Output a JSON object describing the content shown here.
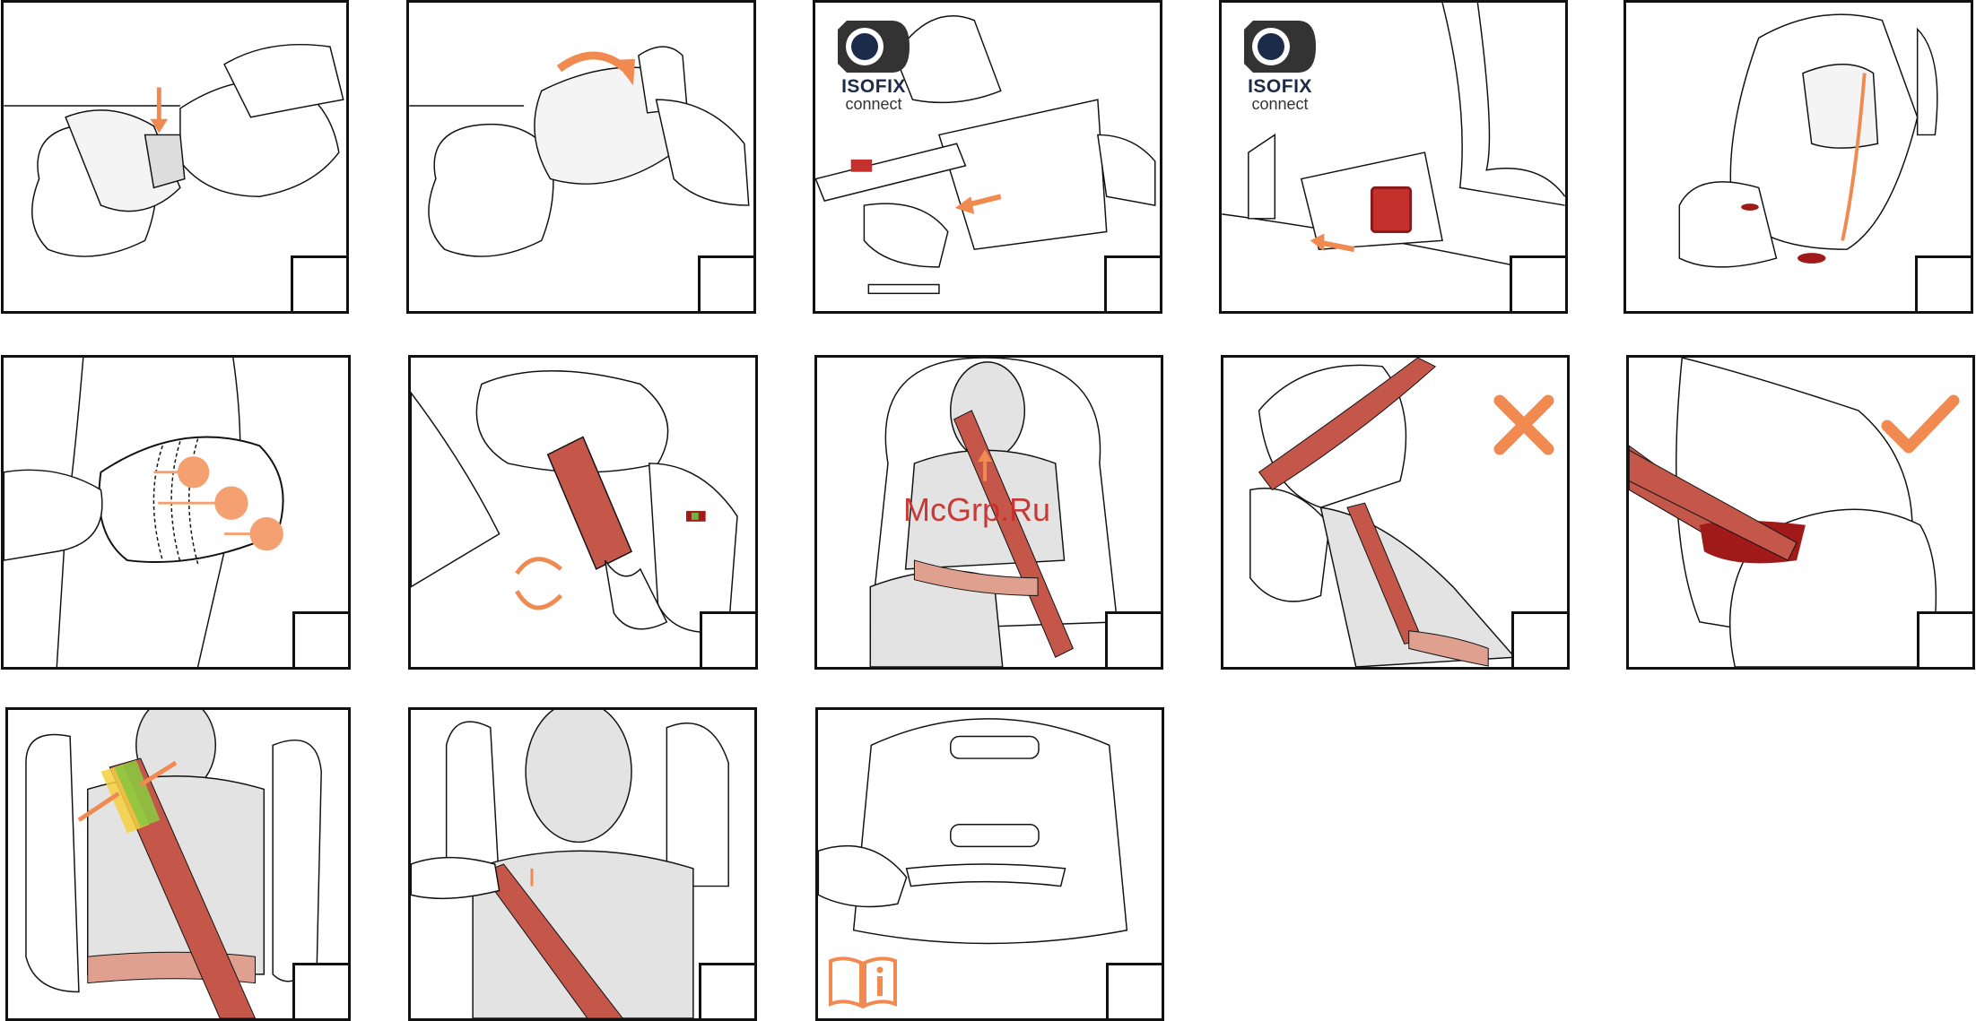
{
  "isofix_logo": {
    "title_iso": "ISO",
    "title_fix": "FIX",
    "subtitle": "connect"
  },
  "watermark": "McGrp.Ru",
  "colors": {
    "accent_orange": "#f08a50",
    "belt_red": "#c4574a",
    "dark_red": "#a01a1a",
    "outline": "#111111",
    "skin_gray": "#e3e3e3",
    "green": "#8cc63f",
    "yellow": "#f4d03f"
  },
  "panels": [
    {
      "id": "insert-pull-down",
      "row": 1,
      "col": 1
    },
    {
      "id": "rotate-headrest",
      "row": 1,
      "col": 2
    },
    {
      "id": "isofix-extend",
      "row": 1,
      "col": 3,
      "logo": true
    },
    {
      "id": "isofix-guide",
      "row": 1,
      "col": 4,
      "logo": true
    },
    {
      "id": "seat-release",
      "row": 1,
      "col": 5
    },
    {
      "id": "headrest-adjust",
      "row": 2,
      "col": 1
    },
    {
      "id": "belt-lap-guide",
      "row": 2,
      "col": 2
    },
    {
      "id": "child-belted",
      "row": 2,
      "col": 3
    },
    {
      "id": "wrong-routing",
      "row": 2,
      "col": 4,
      "mark": "cross-icon"
    },
    {
      "id": "correct-routing",
      "row": 2,
      "col": 5,
      "mark": "check-icon"
    },
    {
      "id": "shoulder-belt-position",
      "row": 3,
      "col": 1
    },
    {
      "id": "shoulder-belt-adjust",
      "row": 3,
      "col": 2
    },
    {
      "id": "manual-info",
      "row": 3,
      "col": 3,
      "icon": "book-info-icon"
    }
  ]
}
